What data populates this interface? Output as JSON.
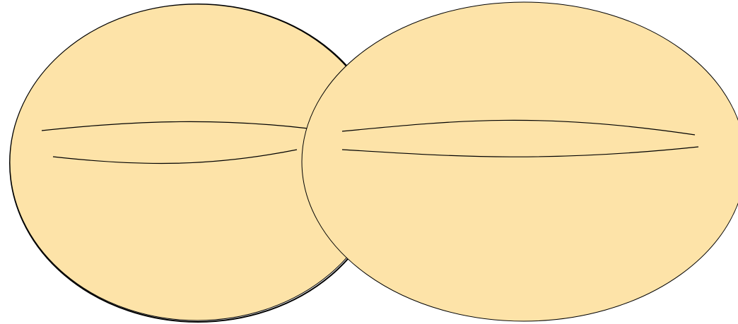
{
  "colors": {
    "background": "#ffffff",
    "fill": "#fde3a8",
    "stroke": "#000000"
  },
  "shapes": [
    {
      "name": "left-ellipse",
      "type": "ellipse"
    },
    {
      "name": "right-ellipse",
      "type": "ellipse"
    },
    {
      "name": "left-lens-curve-upper",
      "type": "curve"
    },
    {
      "name": "left-lens-curve-lower",
      "type": "curve"
    },
    {
      "name": "right-lens-curve-upper",
      "type": "curve"
    },
    {
      "name": "right-lens-curve-lower",
      "type": "curve"
    }
  ]
}
